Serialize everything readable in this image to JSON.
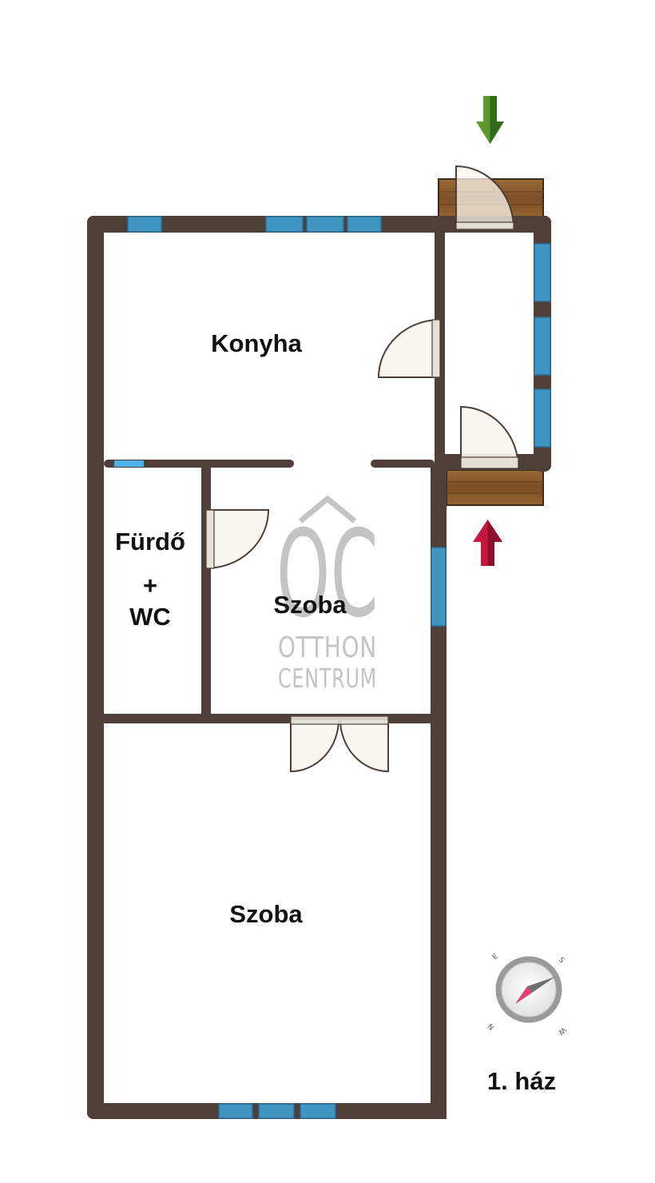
{
  "rooms": {
    "konyha": "Konyha",
    "furdo": "Fürdő",
    "furdo_plus": "+",
    "furdo_wc": "WC",
    "szoba_small": "Szoba",
    "szoba_large": "Szoba"
  },
  "building_label": "1. ház",
  "watermark": {
    "logo": "OC",
    "line1": "OTTHON",
    "line2": "CENTRUM"
  },
  "compass": {
    "n": "N",
    "e": "E",
    "s": "S",
    "w": "W"
  },
  "colors": {
    "wall": "#4e3f38",
    "window": "#3f94c2",
    "window_frame": "#2a6f96",
    "deck": "#8a5a2c",
    "door_fill": "#fbf6ee",
    "arrow_green": "#5a9a2a",
    "arrow_red": "#c8173f",
    "watermark": "#c4c4c4"
  },
  "icons": {
    "entry_arrow_top": "arrow-down-icon",
    "entry_arrow_side": "arrow-up-icon",
    "compass": "compass-icon"
  }
}
